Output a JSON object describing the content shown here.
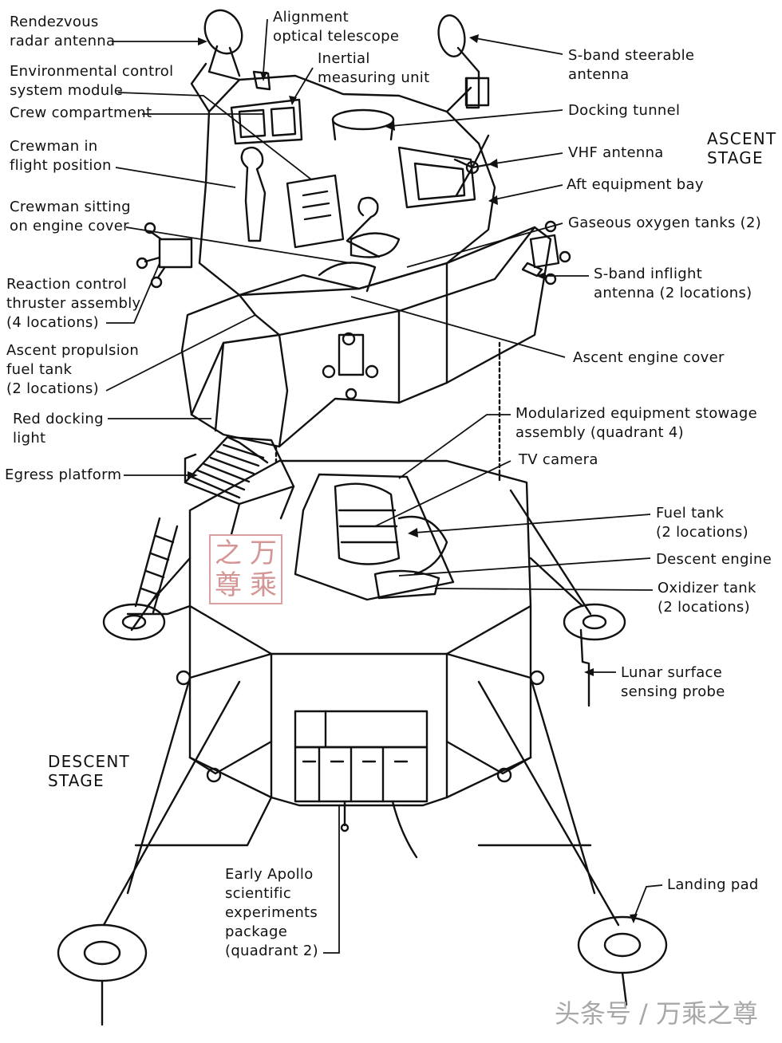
{
  "labels": {
    "rendezvous_radar": "Rendezvous\nradar antenna",
    "alignment_telescope": "Alignment\noptical telescope",
    "inertial_unit": "Inertial\nmeasuring unit",
    "ecs_module": "Environmental control\nsystem module",
    "crew_compartment": "Crew compartment",
    "crewman_flight": "Crewman in\nflight position",
    "crewman_sitting": "Crewman sitting\non engine cover",
    "rcs_thruster": "Reaction control\nthruster assembly\n(4 locations)",
    "ascent_fuel_tank": "Ascent propulsion\nfuel tank\n(2 locations)",
    "red_docking_light": "Red docking\nlight",
    "egress_platform": "Egress platform",
    "sband_steerable": "S-band steerable\nantenna",
    "docking_tunnel": "Docking tunnel",
    "ascent_stage": "ASCENT\nSTAGE",
    "vhf_antenna": "VHF antenna",
    "aft_equipment_bay": "Aft equipment bay",
    "gox_tanks": "Gaseous oxygen tanks (2)",
    "sband_inflight": "S-band inflight\nantenna (2 locations)",
    "ascent_engine_cover": "Ascent engine cover",
    "meqsa": "Modularized equipment stowage\nassembly (quadrant 4)",
    "tv_camera": "TV camera",
    "fuel_tank": "Fuel tank\n(2 locations)",
    "descent_engine": "Descent engine",
    "oxidizer_tank": "Oxidizer tank\n(2 locations)",
    "lunar_probe": "Lunar surface\nsensing probe",
    "descent_stage": "DESCENT\nSTAGE",
    "landing_pad": "Landing pad",
    "easep": "Early Apollo\nscientific\nexperiments\npackage\n(quadrant 2)"
  },
  "stamp": [
    "万",
    "乘",
    "之",
    "尊"
  ],
  "watermark": "头条号 / 万乘之尊"
}
